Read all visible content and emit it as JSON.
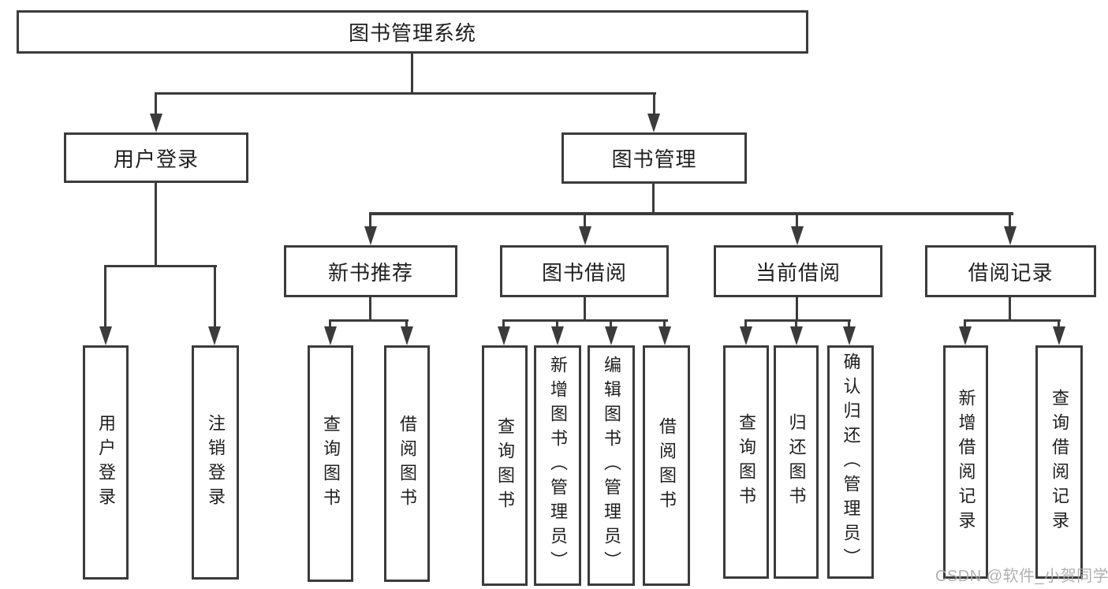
{
  "watermark": "CSDN @软件_小贺同学",
  "colors": {
    "line": "#3b3b3b",
    "box_border": "#3b3b3b",
    "text": "#1f1f1f",
    "watermark_text": "#a8a8a8",
    "background": "#ffffff"
  },
  "tree": {
    "label": "图书管理系统",
    "children": [
      {
        "label": "用户登录",
        "children": [
          {
            "label": "用户登录"
          },
          {
            "label": "注销登录"
          }
        ]
      },
      {
        "label": "图书管理",
        "children": [
          {
            "label": "新书推荐",
            "children": [
              {
                "label": "查询图书"
              },
              {
                "label": "借阅图书"
              }
            ]
          },
          {
            "label": "图书借阅",
            "children": [
              {
                "label": "查询图书"
              },
              {
                "label": "新增图书（管理员）"
              },
              {
                "label": "编辑图书（管理员）"
              },
              {
                "label": "借阅图书"
              }
            ]
          },
          {
            "label": "当前借阅",
            "children": [
              {
                "label": "查询图书"
              },
              {
                "label": "归还图书"
              },
              {
                "label": "确认归还（管理员）"
              }
            ]
          },
          {
            "label": "借阅记录",
            "children": [
              {
                "label": "新增借阅记录"
              },
              {
                "label": "查询借阅记录"
              }
            ]
          }
        ]
      }
    ]
  }
}
